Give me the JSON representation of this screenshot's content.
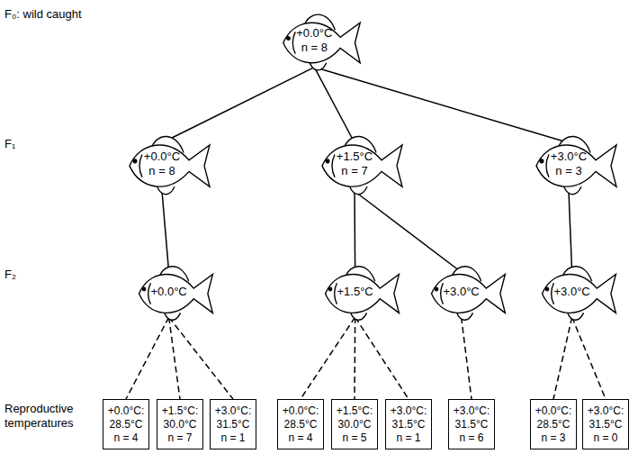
{
  "diagram": {
    "nodes": [
      {
        "text": [
          "+0.0°C",
          "n = 8"
        ]
      },
      {
        "text": [
          "+0.0°C",
          "n = 8"
        ]
      },
      {
        "text": [
          "+1.5°C",
          "n = 7"
        ]
      },
      {
        "text": [
          "+3.0°C",
          "n = 3"
        ]
      },
      {
        "text": [
          "+0.0°C"
        ]
      },
      {
        "text": [
          "+1.5°C"
        ]
      },
      {
        "text": [
          "+3.0°C"
        ]
      },
      {
        "text": [
          "+3.0°C"
        ]
      },
      {
        "text": [
          "+0.0°C: 28.5°C",
          "n = 4"
        ]
      },
      {
        "text": [
          "+1.5°C: 30.0°C",
          "n = 7"
        ]
      },
      {
        "text": [
          "+3.0°C: 31.5°C",
          "n = 1"
        ]
      },
      {
        "text": [
          "+0.0°C: 28.5°C",
          "n = 4"
        ]
      },
      {
        "text": [
          "+1.5°C: 30.0°C",
          "n = 5"
        ]
      },
      {
        "text": [
          "+3.0°C: 31.5°C",
          "n = 1"
        ]
      },
      {
        "text": [
          "+3.0°C: 31.5°C",
          "n = 6"
        ]
      },
      {
        "text": [
          "+0.0°C: 28.5°C",
          "n = 3"
        ]
      },
      {
        "text": [
          "+3.0°C: 31.5°C",
          "n = 0"
        ]
      }
    ],
    "edges": [
      {
        "from": 0,
        "to": 1,
        "arrow": "none"
      },
      {
        "from": 0,
        "to": 2,
        "arrow": "none"
      },
      {
        "from": 0,
        "to": 3,
        "arrow": "none"
      },
      {
        "from": 1,
        "to": 4,
        "arrow": "none"
      },
      {
        "from": 2,
        "to": 5,
        "arrow": "none"
      },
      {
        "from": 2,
        "to": 6,
        "arrow": "none"
      },
      {
        "from": 3,
        "to": 7,
        "arrow": "none"
      },
      {
        "from": 4,
        "to": 8,
        "arrow": "none"
      },
      {
        "from": 4,
        "to": 9,
        "arrow": "none"
      },
      {
        "from": 4,
        "to": 10,
        "arrow": "none"
      },
      {
        "from": 5,
        "to": 11,
        "arrow": "none"
      },
      {
        "from": 5,
        "to": 12,
        "arrow": "none"
      },
      {
        "from": 5,
        "to": 13,
        "arrow": "none"
      },
      {
        "from": 6,
        "to": 14,
        "arrow": "none"
      },
      {
        "from": 7,
        "to": 15,
        "arrow": "none"
      },
      {
        "from": 7,
        "to": 16,
        "arrow": "none"
      }
    ],
    "labels": [
      "F₀: wild caught",
      "F₁",
      "F₂",
      "Reproductive temperatures"
    ]
  }
}
